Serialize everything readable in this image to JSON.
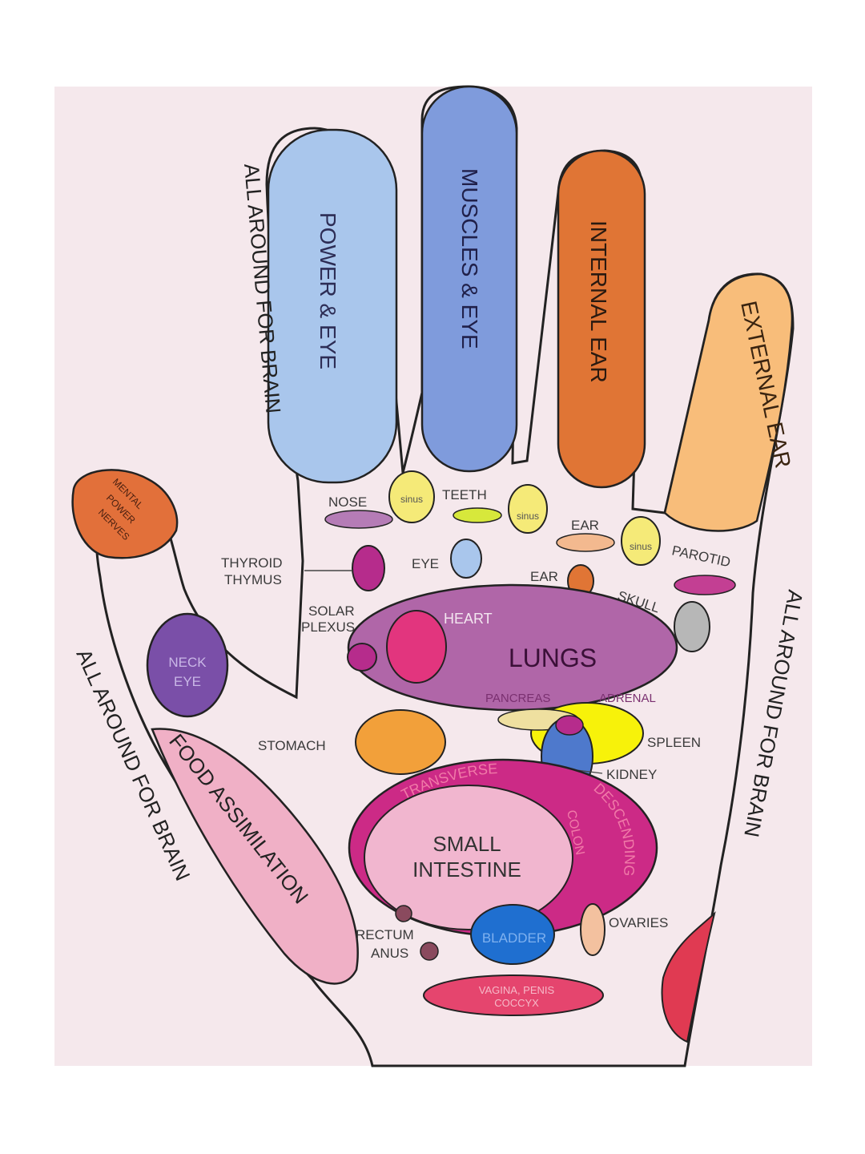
{
  "palette": {
    "background_panel": "#f5e8ec",
    "outline": "#222222",
    "finger_power_eye": "#a9c6ec",
    "finger_muscles_eye": "#7f9bdc",
    "finger_internal_ear": "#e07535",
    "finger_external_ear": "#f8bd7a",
    "thumb_tip": "#e2703a",
    "lungs": "#b066a8",
    "heart": "#e2357e",
    "stomach": "#f2a03a",
    "spleen": "#f7f20a",
    "kidney": "#4e79cc",
    "colon": "#cc2a86",
    "small_intestine": "#f1b6cf",
    "bladder": "#1f6fd0",
    "food_assimilation": "#f0b0c6",
    "neck_eye": "#7a4fa8",
    "sinus": "#f5ea78",
    "vagina": "#e5456e"
  },
  "fingers": {
    "index": "POWER & EYE",
    "middle": "MUSCLES & EYE",
    "ring": "INTERNAL EAR",
    "little": "EXTERNAL EAR"
  },
  "thumb": {
    "tip": [
      "MENTAL",
      "POWER",
      "NERVES"
    ],
    "neck_eye": [
      "NECK",
      "EYE"
    ]
  },
  "brain_labels": {
    "left_upper": "ALL AROUND FOR BRAIN",
    "left_lower": "ALL AROUND FOR BRAIN",
    "right": "ALL AROUND FOR BRAIN"
  },
  "labels": {
    "nose": "NOSE",
    "sinus": "sinus",
    "teeth": "TEETH",
    "ear_upper": "EAR",
    "parotid": "PAROTID",
    "thyroid": "THYROID",
    "thymus": "THYMUS",
    "eye": "EYE",
    "ear_lower": "EAR",
    "skull": "SKULL",
    "solar": "SOLAR",
    "plexus": "PLEXUS",
    "heart": "HEART",
    "lungs": "LUNGS",
    "pancreas": "PANCREAS",
    "adrenal": "ADRENAL",
    "stomach": "STOMACH",
    "spleen": "SPLEEN",
    "kidney": "KIDNEY",
    "transverse": "TRANSVERSE",
    "descending": "DESCENDING",
    "colon": "COLON",
    "small": "SMALL",
    "intestine": "INTESTINE",
    "food_assimilation": "FOOD ASSIMILATION",
    "rectum": "RECTUM",
    "anus": "ANUS",
    "bladder": "BLADDER",
    "ovaries": "OVARIES",
    "vagina_line1": "VAGINA, PENIS",
    "vagina_line2": "COCCYX"
  }
}
